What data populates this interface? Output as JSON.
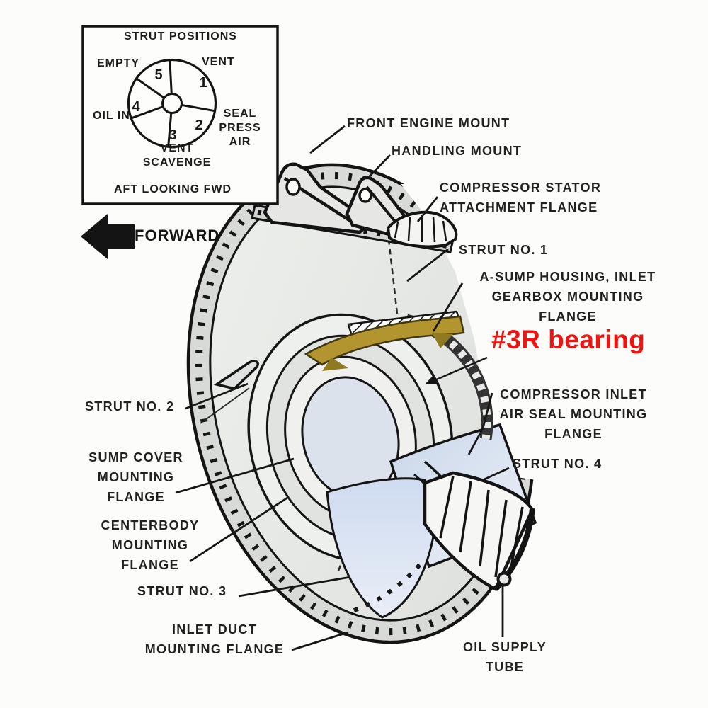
{
  "inset": {
    "title": "STRUT POSITIONS",
    "footer": "AFT LOOKING FWD",
    "labels": {
      "empty": "EMPTY",
      "vent": "VENT",
      "oil_in": "OIL IN",
      "seal_press_air": "SEAL\nPRESS\nAIR",
      "vent_scavenge": "VENT\nSCAVENGE"
    },
    "positions": {
      "p1": "1",
      "p2": "2",
      "p3": "3",
      "p4": "4",
      "p5": "5"
    }
  },
  "direction": {
    "forward": "FORWARD"
  },
  "callouts": {
    "front_engine_mount": "FRONT ENGINE MOUNT",
    "handling_mount": "HANDLING  MOUNT",
    "compressor_stator": "COMPRESSOR STATOR\nATTACHMENT FLANGE",
    "strut_no_1": "STRUT NO. 1",
    "a_sump": "A-SUMP HOUSING, INLET\nGEARBOX MOUNTING\nFLANGE",
    "bearing_3r": "#3R bearing",
    "compressor_inlet": "COMPRESSOR INLET\nAIR SEAL MOUNTING\nFLANGE",
    "strut_no_4": "STRUT NO. 4",
    "strut_no_2": "STRUT NO. 2",
    "sump_cover": "SUMP COVER\nMOUNTING\nFLANGE",
    "centerbody": "CENTERBODY\nMOUNTING\nFLANGE",
    "strut_no_3": "STRUT NO. 3",
    "inlet_duct": "INLET DUCT\nMOUNTING FLANGE",
    "oil_supply": "OIL SUPPLY\nTUBE"
  },
  "colors": {
    "annotation_red": "#ee1411",
    "line_ink": "#1a1a1a",
    "gold": "#b2952f",
    "body_gray": "#e9eae7",
    "body_blue": "#d3def0"
  }
}
